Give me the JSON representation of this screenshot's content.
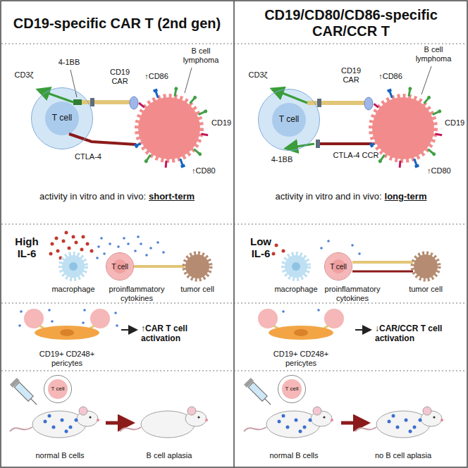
{
  "diagram": {
    "nodes": [
      {
        "text": [
          "CD19-specific CAR T (2nd gen)"
        ]
      },
      {
        "text": [
          "T cell"
        ],
        "in": 0
      },
      {
        "text": [
          "T cell"
        ],
        "in": 0
      },
      {
        "text": [
          "T cell"
        ],
        "in": 0
      },
      {
        "text": [
          "CD19/CD80/CD86-specific CAR/CCR T"
        ]
      },
      {
        "text": [
          "T cell"
        ],
        "in": 4
      },
      {
        "text": [
          "T cell"
        ],
        "in": 4
      },
      {
        "text": [
          "T cell"
        ],
        "in": 4
      }
    ],
    "labels": [
      "CD3ζ",
      "4-1BB",
      "CD19 CAR",
      "↑CD86",
      "B cell lymphoma",
      "CD19",
      "CTLA-4",
      "↑CD80",
      "activity in vitro and in vivo:",
      "short-term",
      "High IL-6",
      "macrophage",
      "proinflammatory cytokines",
      "tumor cell",
      "CD19+ CD248+ pericytes",
      "↑CAR T cell activation",
      "normal B cells",
      "B cell aplasia",
      "CD3ζ",
      "CD19 CAR",
      "↑CD86",
      "B cell lymphoma",
      "CD19",
      "CTLA-4 CCR",
      "4-1BB",
      "↑CD80",
      "activity in vitro and in vivo:",
      "long-term",
      "Low IL-6",
      "macrophage",
      "proinflammatory cytokines",
      "tumor cell",
      "CD19+ CD248+ pericytes",
      "↓CAR/CCR T cell activation",
      "normal B cells",
      "no B cell aplasia"
    ]
  }
}
